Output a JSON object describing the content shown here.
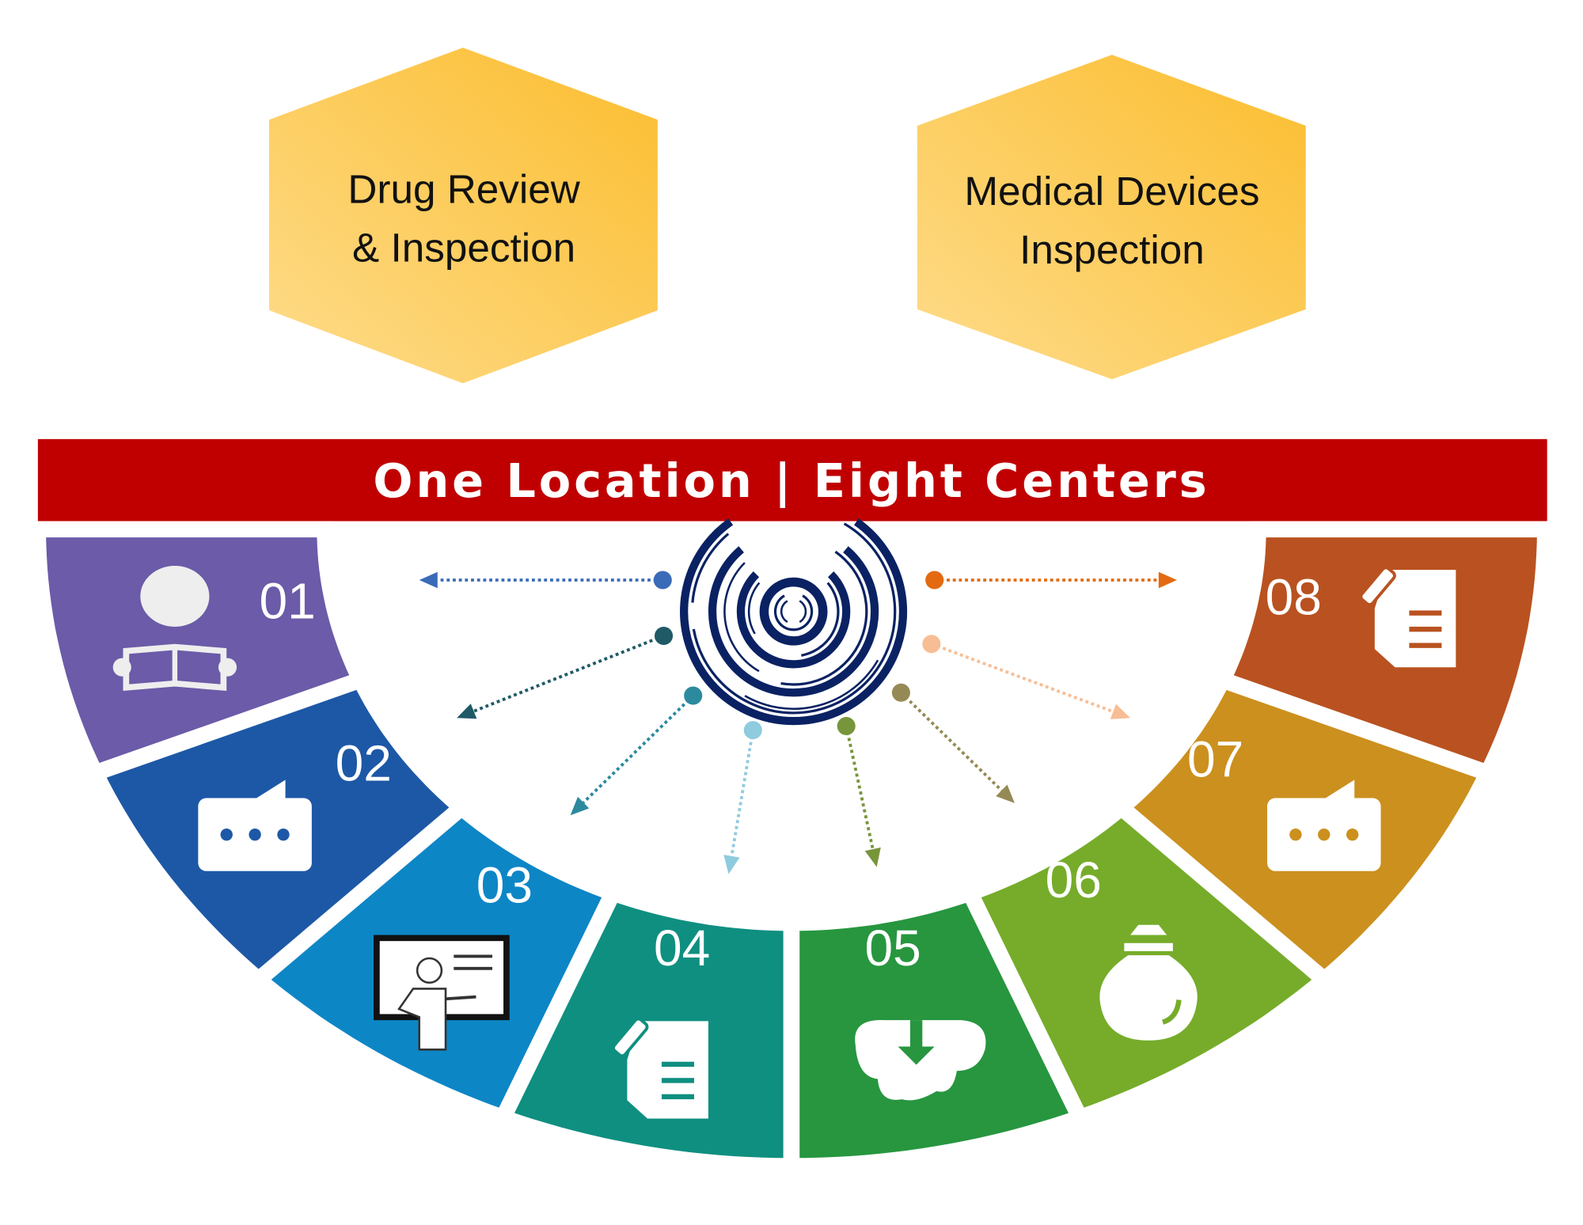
{
  "hexagons": [
    {
      "line1": "Drug Review",
      "line2": "& Inspection"
    },
    {
      "line1": "Medical Devices",
      "line2": "Inspection"
    }
  ],
  "banner": {
    "title": "One Location | Eight Centers",
    "color": "#C00000"
  },
  "logo": {
    "color": "#0A2263"
  },
  "centers": [
    {
      "number": "01",
      "color": "#6B5BA8",
      "dot_color": "#3A6BB8",
      "icon": "person-reading-icon"
    },
    {
      "number": "02",
      "color": "#1D58A6",
      "dot_color": "#1F5A66",
      "icon": "chat-bubble-icon"
    },
    {
      "number": "03",
      "color": "#0D86C6",
      "dot_color": "#2C8A9E",
      "icon": "presenter-board-icon"
    },
    {
      "number": "04",
      "color": "#0F8F80",
      "dot_color": "#8FCBDE",
      "icon": "document-edit-icon"
    },
    {
      "number": "05",
      "color": "#27963F",
      "dot_color": "#77953A",
      "icon": "cloud-download-icon"
    },
    {
      "number": "06",
      "color": "#76AC2A",
      "dot_color": "#958A55",
      "icon": "lightbulb-icon"
    },
    {
      "number": "07",
      "color": "#CC901E",
      "dot_color": "#F7BE95",
      "icon": "chat-bubble-icon"
    },
    {
      "number": "08",
      "color": "#B95220",
      "dot_color": "#E36A10",
      "icon": "document-edit-icon"
    }
  ]
}
